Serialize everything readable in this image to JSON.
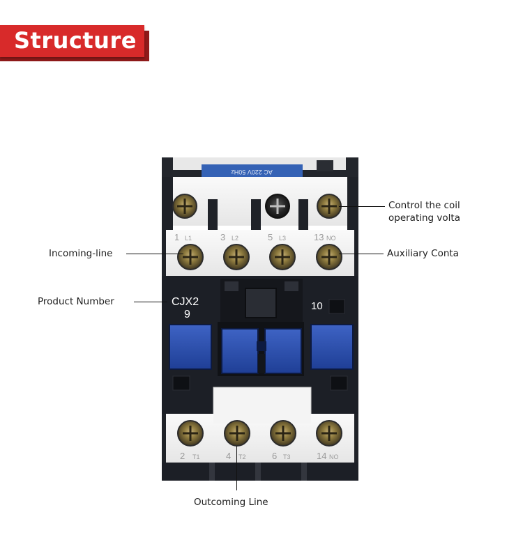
{
  "header": {
    "title": "Structure"
  },
  "callouts": {
    "coil_line1": "Control the coil",
    "coil_line2": "operating volta",
    "incoming": "Incoming-line",
    "auxiliary": "Auxiliary Conta",
    "product_number": "Product Number",
    "outgoing": "Outcoming Line"
  },
  "device": {
    "coil_strip_text": "AC 220V 50Hz",
    "model_line1": "CJX2",
    "model_line2": "9",
    "model_suffix": "10",
    "top_labels": [
      {
        "num": "1",
        "sub": "L1"
      },
      {
        "num": "3",
        "sub": "L2"
      },
      {
        "num": "5",
        "sub": "L3"
      },
      {
        "num": "13",
        "sub": "NO"
      }
    ],
    "bottom_labels": [
      {
        "num": "2",
        "sub": "T1"
      },
      {
        "num": "4",
        "sub": "T2"
      },
      {
        "num": "6",
        "sub": "T3"
      },
      {
        "num": "14",
        "sub": "NO"
      }
    ]
  },
  "colors": {
    "banner": "#d82a2a",
    "banner_shadow": "#8f1a1a",
    "device_body": "#1c1f26",
    "device_white": "#f2f2f2",
    "button_blue": "#2a4fb0",
    "coil_strip": "#3460b0"
  }
}
